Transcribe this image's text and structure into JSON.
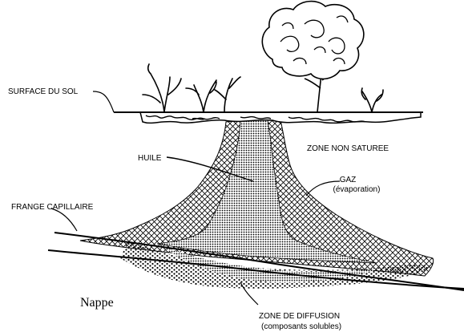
{
  "labels": {
    "ground_surface": "SURFACE DU SOL",
    "unsaturated_zone": "ZONE NON SATUREE",
    "oil": "HUILE",
    "gas": "GAZ",
    "gas_note": "(évaporation)",
    "capillary_fringe": "FRANGE CAPILLAIRE",
    "water_table": "Nappe",
    "diffusion_zone": "ZONE DE DIFFUSION",
    "diffusion_note": "(composants solubles)"
  },
  "colors": {
    "ink": "#000000",
    "background": "#ffffff"
  }
}
